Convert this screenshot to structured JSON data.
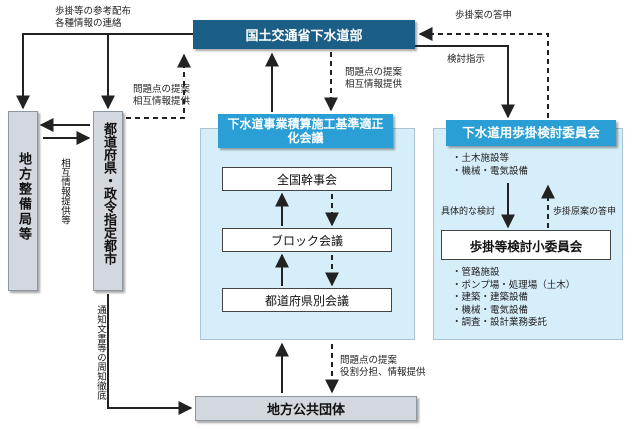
{
  "nodes": {
    "mlit": "国土交通省下水道部",
    "regional_bureau": "地方整備局等",
    "prefecture": "都道府県・政令指定都市",
    "local_gov": "地方公共団体",
    "council_title": "下水道事業積算施工基準適正化会議",
    "national_meeting": "全国幹事会",
    "block_meeting": "ブロック会議",
    "pref_meeting": "都道府県別会議",
    "committee_title": "下水道用歩掛検討委員会",
    "subcommittee": "歩掛等検討小委員会"
  },
  "committee_items": [
    "・土木施設等",
    "・機械・電気設備"
  ],
  "subcommittee_items": [
    "・管路施設",
    "・ポンプ場・処理場（土木）",
    "・建築・建築設備",
    "・機械・電気設備",
    "・調査・設計業務委託"
  ],
  "labels": {
    "reference_distribution": "歩掛等の参考配布\n各種情報の連絡",
    "answer_to_proposal": "歩掛案の答申",
    "study_instruction": "検討指示",
    "problem_proposal_left": "問題点の提案\n相互情報提供",
    "problem_proposal_center": "問題点の提案\n相互情報提供",
    "mutual_info": "相互情報提供等",
    "notice_dissemination": "通知文書等の周知徹底",
    "specific_study": "具体的な検討",
    "draft_answer": "歩掛原案の答申",
    "problem_roles": "問題点の提案\n役割分担、情報提供"
  }
}
